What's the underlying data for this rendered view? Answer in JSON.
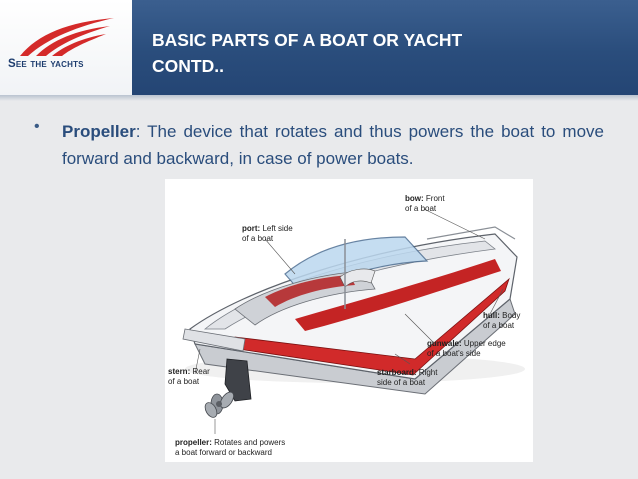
{
  "logo": {
    "text": "See the yachts"
  },
  "slide": {
    "title_line1": "BASIC PARTS OF A BOAT OR YACHT",
    "title_line2": "CONTD..",
    "bullet_term": "Propeller",
    "bullet_rest": ": The device that rotates and thus powers the boat to move forward and backward, in case of power boats."
  },
  "diagram": {
    "bow_term": "bow:",
    "bow_desc": "Front",
    "bow_desc2": "of a boat",
    "port_term": "port:",
    "port_desc": "Left side",
    "port_desc2": "of a boat",
    "hull_term": "hull:",
    "hull_desc": "Body",
    "hull_desc2": "of a boat",
    "gunwale_term": "gunwale:",
    "gunwale_desc": "Upper edge",
    "gunwale_desc2": "of a boat's side",
    "stern_term": "stern:",
    "stern_desc": "Rear",
    "stern_desc2": "of a boat",
    "starboard_term": "starboard:",
    "starboard_desc": "Right",
    "starboard_desc2": "side of a boat",
    "propeller_term": "propeller:",
    "propeller_desc": "Rotates and powers",
    "propeller_desc2": "a boat forward or backward"
  }
}
